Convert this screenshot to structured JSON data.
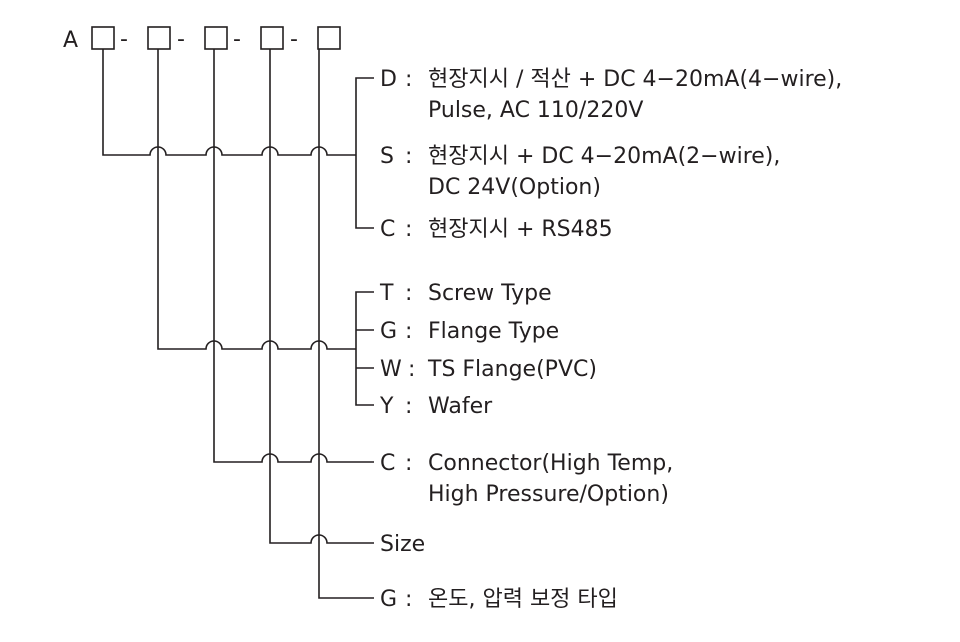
{
  "code": {
    "prefix": "A",
    "separator": "-"
  },
  "groups": [
    {
      "options": [
        {
          "code": "D",
          "sep": ":",
          "lines": [
            "현장지시 / 적산 + DC 4−20mA(4−wire),",
            "Pulse, AC 110/220V"
          ]
        },
        {
          "code": "S",
          "sep": ":",
          "lines": [
            "현장지시 + DC 4−20mA(2−wire),",
            "DC 24V(Option)"
          ]
        },
        {
          "code": "C",
          "sep": ":",
          "lines": [
            "현장지시 + RS485"
          ]
        }
      ]
    },
    {
      "options": [
        {
          "code": "T",
          "sep": ":",
          "lines": [
            "Screw Type"
          ]
        },
        {
          "code": "G",
          "sep": ":",
          "lines": [
            "Flange Type"
          ]
        },
        {
          "code": "W",
          "sep": ":",
          "lines": [
            "TS Flange(PVC)"
          ]
        },
        {
          "code": "Y",
          "sep": ":",
          "lines": [
            "Wafer"
          ]
        }
      ]
    },
    {
      "options": [
        {
          "code": "C",
          "sep": ":",
          "lines": [
            "Connector(High Temp,",
            "High Pressure/Option)"
          ]
        }
      ]
    },
    {
      "options": [
        {
          "code": "Size",
          "sep": "",
          "lines": []
        }
      ]
    },
    {
      "options": [
        {
          "code": "G",
          "sep": ":",
          "lines": [
            "온도, 압력 보정 타입"
          ]
        }
      ]
    }
  ]
}
